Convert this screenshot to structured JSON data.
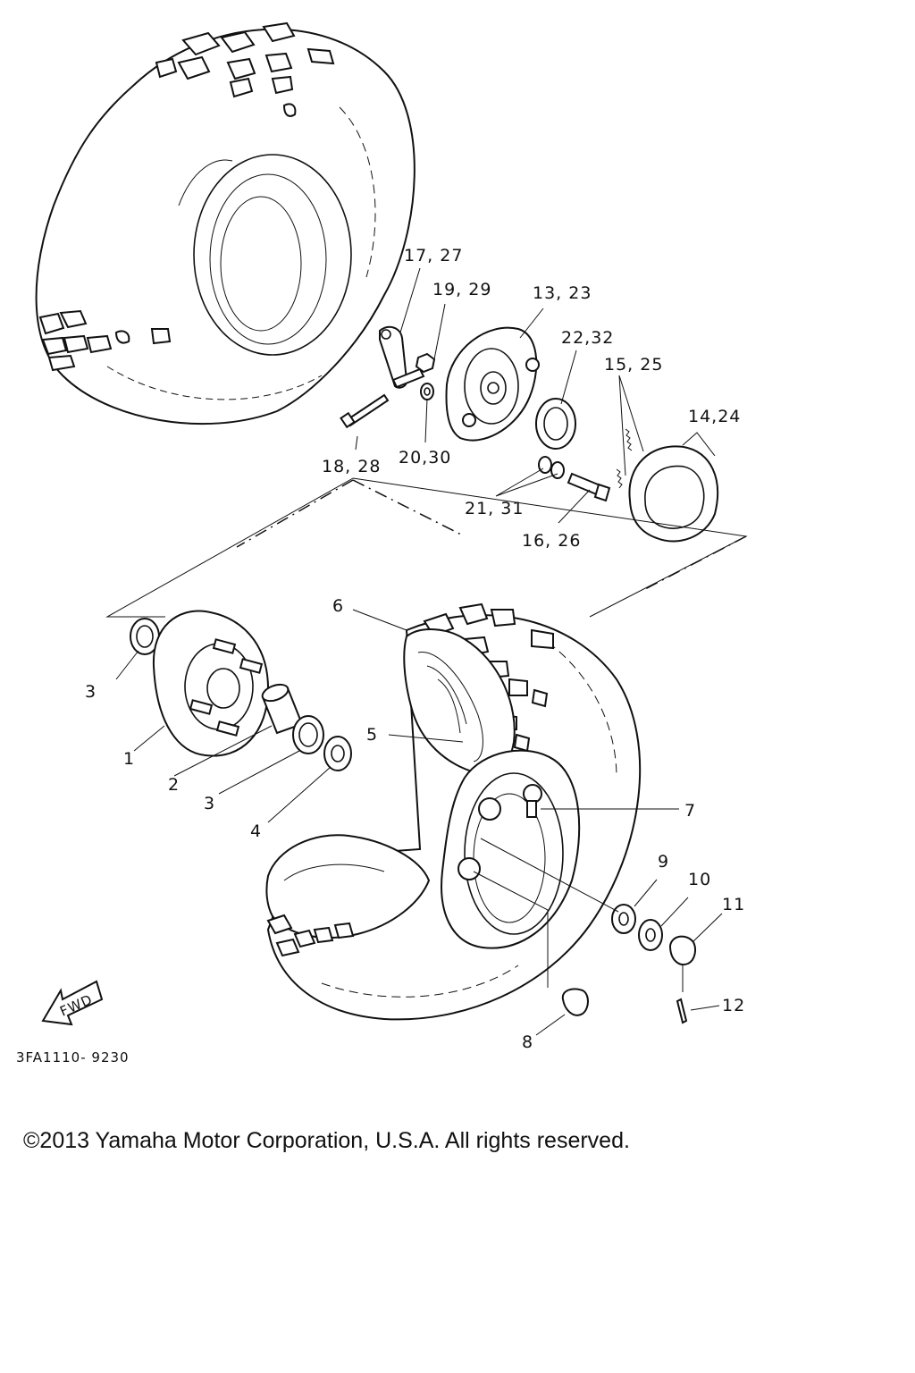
{
  "diagram": {
    "callouts": [
      {
        "id": "c1",
        "text": "1"
      },
      {
        "id": "c2",
        "text": "2"
      },
      {
        "id": "c3a",
        "text": "3"
      },
      {
        "id": "c3b",
        "text": "3"
      },
      {
        "id": "c4",
        "text": "4"
      },
      {
        "id": "c5",
        "text": "5"
      },
      {
        "id": "c6",
        "text": "6"
      },
      {
        "id": "c7",
        "text": "7"
      },
      {
        "id": "c8",
        "text": "8"
      },
      {
        "id": "c9",
        "text": "9"
      },
      {
        "id": "c10",
        "text": "10"
      },
      {
        "id": "c11",
        "text": "11"
      },
      {
        "id": "c12",
        "text": "12"
      },
      {
        "id": "c13",
        "text": "13, 23"
      },
      {
        "id": "c14",
        "text": "14,24"
      },
      {
        "id": "c15",
        "text": "15, 25"
      },
      {
        "id": "c16",
        "text": "16, 26"
      },
      {
        "id": "c17",
        "text": "17, 27"
      },
      {
        "id": "c18",
        "text": "18, 28"
      },
      {
        "id": "c19",
        "text": "19, 29"
      },
      {
        "id": "c20",
        "text": "20,30"
      },
      {
        "id": "c21",
        "text": "21, 31"
      },
      {
        "id": "c22",
        "text": "22,32"
      }
    ],
    "fwd_label": "FWD",
    "part_code": "3FA1110- 9230"
  },
  "footer": {
    "copyright": "©2013 Yamaha Motor Corporation, U.S.A. All rights reserved."
  }
}
